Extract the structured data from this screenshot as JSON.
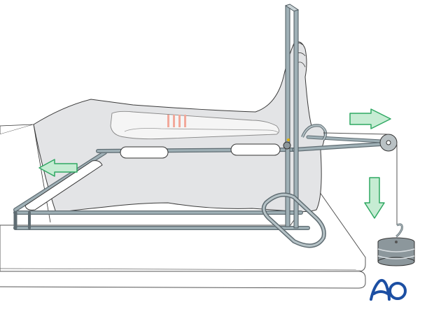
{
  "figure": {
    "title": "Leg on Braun frame with skeletal traction via pulley and weight",
    "logo": {
      "text": "AO",
      "color": "#1c4fa3"
    },
    "colors": {
      "background": "#ffffff",
      "skin": "#e3e4e6",
      "outline": "#3a3a3a",
      "bone": "#f4f4f4",
      "fracture_marks": "#f2a99b",
      "frame_metal": "#9fb0b6",
      "frame_metal_dark": "#5f6c72",
      "padding_sleeve": "#ffffff",
      "arrow_fill": "#c6ecd3",
      "arrow_stroke": "#2fa862",
      "weight": "#8c979c",
      "table": "#ffffff"
    },
    "arrows": [
      {
        "id": "arrow-proximal",
        "direction": "left",
        "meaning": "counter-traction"
      },
      {
        "id": "arrow-distal",
        "direction": "right",
        "meaning": "traction pull"
      },
      {
        "id": "arrow-weight",
        "direction": "down",
        "meaning": "weight gravity"
      }
    ],
    "components": [
      "leg",
      "tibia-fibula-bone",
      "fracture-lines",
      "braun-frame",
      "foot-support-frame",
      "padded-sleeves",
      "traction-bow",
      "pulley",
      "traction-cord",
      "hanging-weight",
      "bed-table"
    ],
    "fracture_marks_count": 4
  }
}
